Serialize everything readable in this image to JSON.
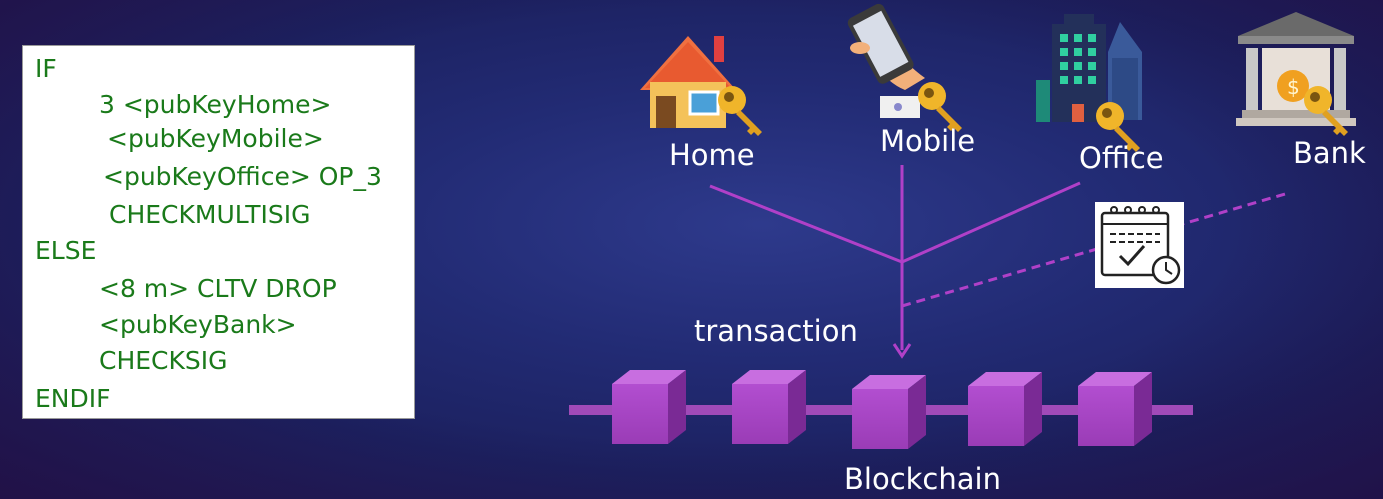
{
  "code": {
    "lines": [
      "IF",
      "3 <pubKeyHome>",
      "<pubKeyMobile>",
      "<pubKeyOffice> OP_3",
      "CHECKMULTISIG",
      "ELSE",
      "<8 m> CLTV DROP",
      "<pubKeyBank>",
      "CHECKSIG",
      "ENDIF"
    ]
  },
  "nodes": {
    "home": {
      "label": "Home",
      "icon": "house-icon"
    },
    "mobile": {
      "label": "Mobile",
      "icon": "smartphone-icon"
    },
    "office": {
      "label": "Office",
      "icon": "office-building-icon"
    },
    "bank": {
      "label": "Bank",
      "icon": "bank-icon"
    }
  },
  "transaction_label": "transaction",
  "blockchain_label": "Blockchain",
  "timelock_icon": "calendar-clock-icon",
  "key_icon": "key-icon",
  "colors": {
    "code_text": "#1a7a1a",
    "connector": "#b040c8",
    "block": "#a04ab8",
    "key": "#f0b52a"
  }
}
